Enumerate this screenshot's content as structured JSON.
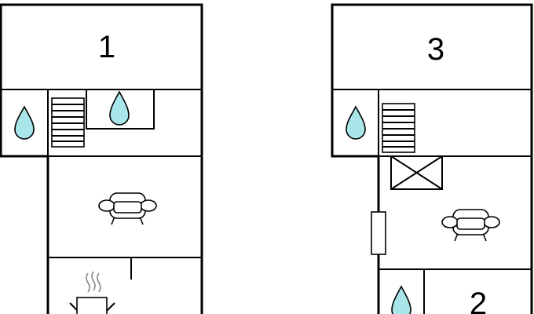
{
  "plans": [
    {
      "room_label": "1",
      "icons": [
        "water-drop-icon",
        "water-drop-icon",
        "staircase-icon",
        "sofa-icon",
        "stove-icon",
        "steam-icon"
      ]
    },
    {
      "room_label": "3",
      "icons": [
        "water-drop-icon",
        "staircase-icon",
        "skylight-icon",
        "sofa-icon",
        "radiator-icon",
        "water-drop-icon"
      ]
    },
    {
      "room_label": "2"
    }
  ]
}
